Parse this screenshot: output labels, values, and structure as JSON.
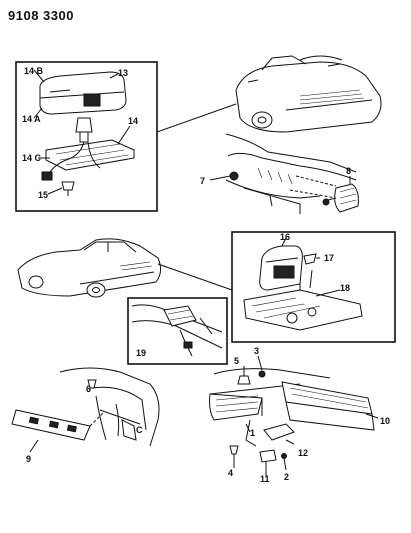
{
  "document_number": "9108 3300",
  "callouts": {
    "c14b": "14 B",
    "c13": "13",
    "c14a": "14 A",
    "c14": "14",
    "c14c": "14 C",
    "c15": "15",
    "c7": "7",
    "c8": "8",
    "c16": "16",
    "c17": "17",
    "c18": "18",
    "c19": "19",
    "c5": "5",
    "c3": "3",
    "c6": "6",
    "c1": "1",
    "c10": "10",
    "c12": "12",
    "c9": "9",
    "c4": "4",
    "c11": "11",
    "c2": "2"
  }
}
